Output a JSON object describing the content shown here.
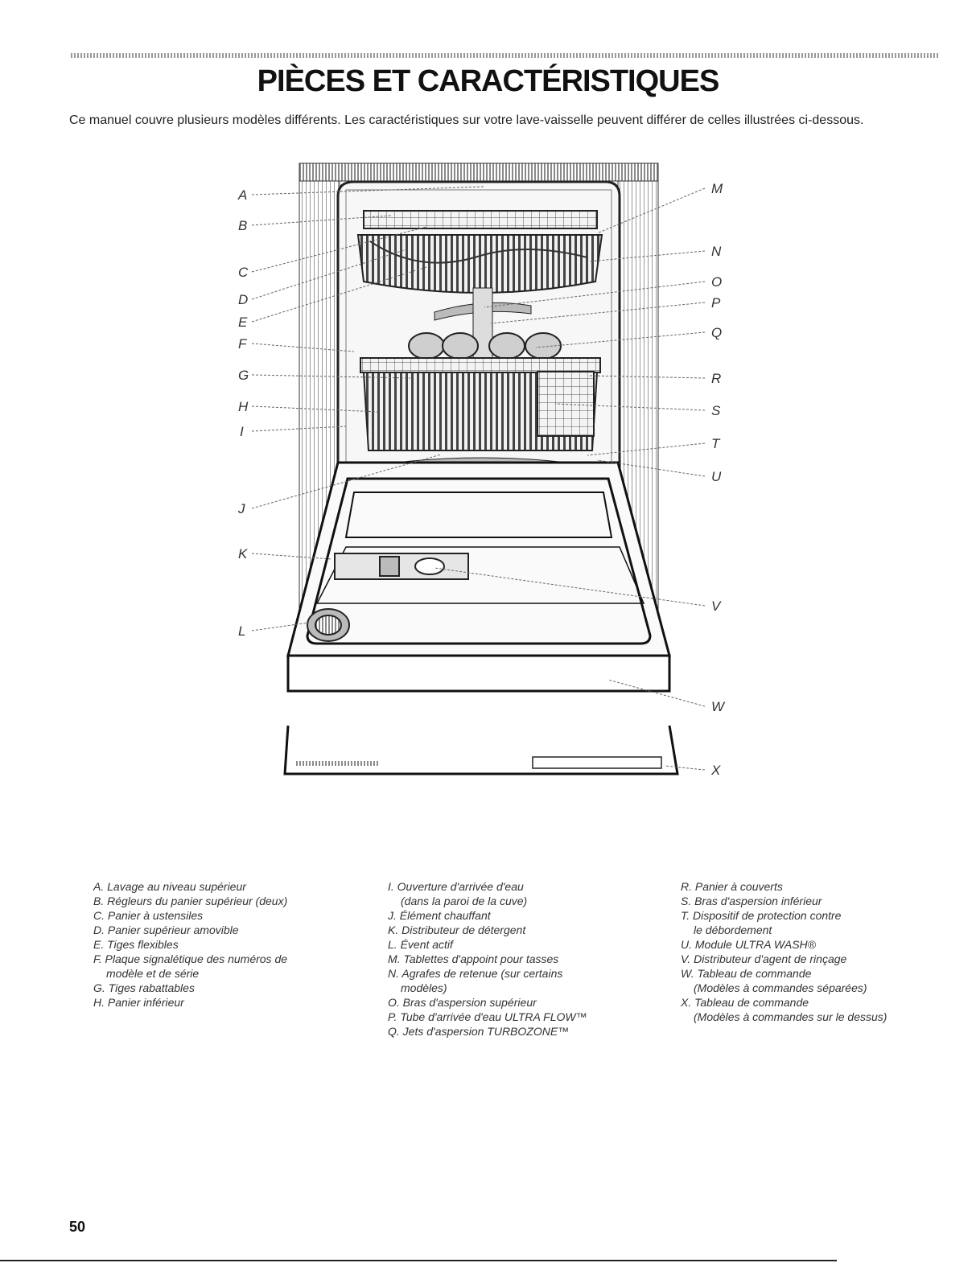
{
  "header": {
    "title": "PIÈCES ET CARACTÉRISTIQUES",
    "intro": "Ce manuel couvre plusieurs modèles différents. Les caractéristiques sur votre lave-vaisselle peuvent différer de celles illustrées ci-dessous."
  },
  "diagram": {
    "callouts_left": [
      "A",
      "B",
      "C",
      "D",
      "E",
      "F",
      "G",
      "H",
      "I",
      "J",
      "K",
      "L"
    ],
    "callouts_right": [
      "M",
      "N",
      "O",
      "P",
      "Q",
      "R",
      "S",
      "T",
      "U",
      "V",
      "W",
      "X"
    ]
  },
  "legend": {
    "column1": [
      {
        "line1": "A. Lavage au niveau supérieur"
      },
      {
        "line1": "B. Régleurs du panier supérieur (deux)"
      },
      {
        "line1": "C. Panier à ustensiles"
      },
      {
        "line1": "D. Panier supérieur amovible"
      },
      {
        "line1": "E. Tiges flexibles"
      },
      {
        "line1": "F. Plaque signalétique des numéros de",
        "line2": "modèle et de série"
      },
      {
        "line1": "G. Tiges rabattables"
      },
      {
        "line1": "H. Panier inférieur"
      }
    ],
    "column2": [
      {
        "line1": "I. Ouverture d'arrivée d'eau",
        "line2": "(dans la paroi de la cuve)"
      },
      {
        "line1": "J. Élément chauffant"
      },
      {
        "line1": "K. Distributeur de détergent"
      },
      {
        "line1": "L. Évent actif"
      },
      {
        "line1": "M. Tablettes d'appoint pour tasses"
      },
      {
        "line1": "N. Agrafes de retenue (sur certains",
        "line2": "modèles)"
      },
      {
        "line1": "O. Bras d'aspersion supérieur"
      },
      {
        "line1": "P. Tube d'arrivée d'eau ULTRA FLOW™"
      },
      {
        "line1": "Q. Jets d'aspersion TURBOZONE™"
      }
    ],
    "column3": [
      {
        "line1": "R. Panier à couverts"
      },
      {
        "line1": "S. Bras d'aspersion inférieur"
      },
      {
        "line1": "T. Dispositif de protection contre",
        "line2": "le débordement"
      },
      {
        "line1": "U. Module ULTRA WASH®"
      },
      {
        "line1": "V. Distributeur d'agent de rinçage"
      },
      {
        "line1": "W. Tableau de commande",
        "line2": "(Modèles à commandes séparées)"
      },
      {
        "line1": "X. Tableau de commande",
        "line2": "(Modèles à commandes sur le dessus)"
      }
    ]
  },
  "footer": {
    "page_number": "50"
  }
}
